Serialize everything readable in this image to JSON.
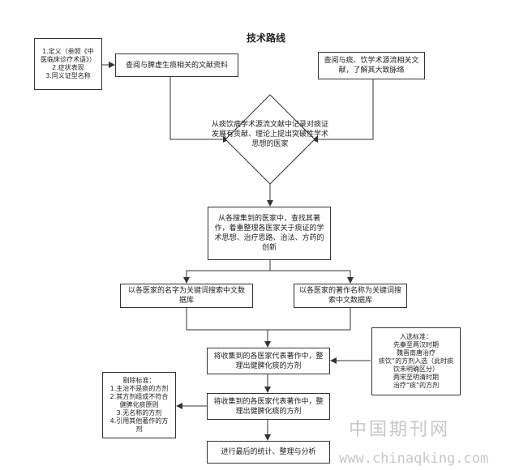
{
  "title": "技术路线",
  "nodes": {
    "definition": "1.定义（参照《中医临床诊疗术语》）\n2.症状表现\n3.同义证型名称",
    "lit_spleen": "查阅与脾虚生痰相关的文献资料",
    "lit_phlegm": "查阅与痰、饮学术源流相关文献，了解其大致脉络",
    "diamond": "从痰饮病学术源流文献中记录对痰证发展有贡献、理论上提出突破性学术思想的医家",
    "collect": "从各搜集到的医家中，查找其著作，着重整理各医家关于痰证的学术思想、治疗思路、治法、方药的创新",
    "search_name": "以各医家的名字为关键词搜索中文数据库",
    "search_work": "以各医家的著作名称为关键词搜索中文数据库",
    "organize1": "将收集到的各医家代表著作中，整理出健脾化痰的方剂",
    "criteria_in": "入选标准：\n先秦至两汉时期\n魏晋南唐治疗\n痰饮”的方剂入选（此时痰饮未明确区分）\n两宋至明清时期\n治疗“痰”的方剂",
    "criteria_out": "剔除标准：\n1.主治不是痰的方剂\n2.其方剂组成不符合健脾化痰原则\n3.无名称的方剂\n4.引用其他著作的方剂",
    "organize2": "将收集到的各医家代表著作中，整理出健脾化痰的方剂",
    "final": "进行最后的统计、整理与分析"
  },
  "watermark": {
    "cn": "中国期刊网",
    "url": "www.chinaqking.com"
  }
}
